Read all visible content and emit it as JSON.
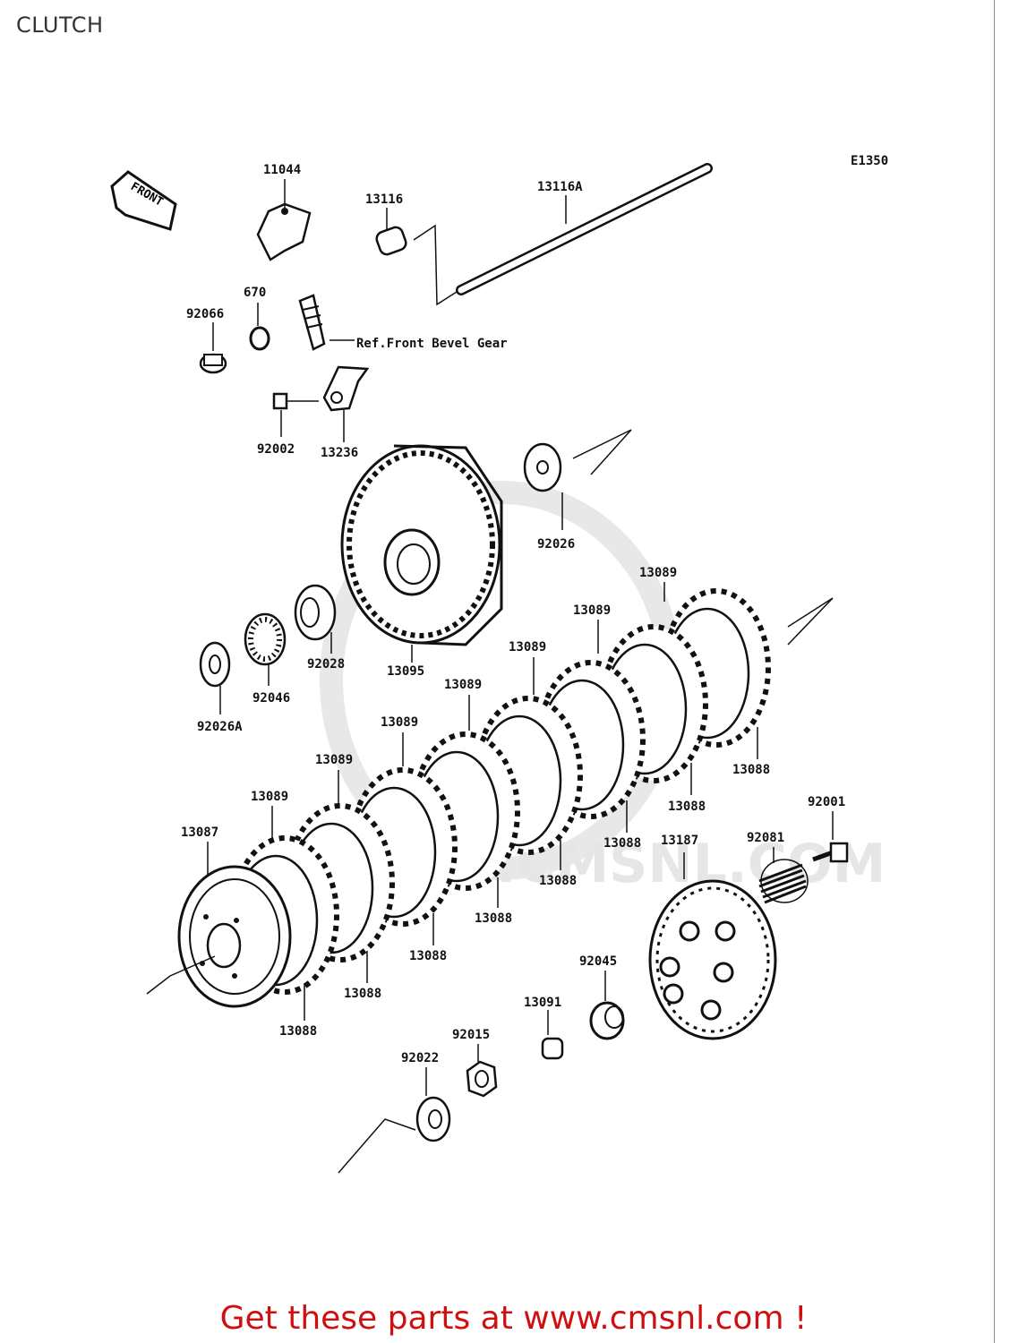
{
  "header": {
    "title": "CLUTCH"
  },
  "diagram_code": "E1350",
  "front_tag": "FRONT",
  "reference_note": "Ref.Front Bevel Gear",
  "watermark": "WWW.CMSNL.COM",
  "parts": {
    "p11044": "11044",
    "p13116": "13116",
    "p13116A": "13116A",
    "p670": "670",
    "p92066": "92066",
    "p92002": "92002",
    "p13236": "13236",
    "p92026": "92026",
    "p13095": "13095",
    "p92028": "92028",
    "p92046": "92046",
    "p92026A": "92026A",
    "p13089": "13089",
    "p13088": "13088",
    "p13087": "13087",
    "p13187": "13187",
    "p92081": "92081",
    "p92001": "92001",
    "p92045": "92045",
    "p13091": "13091",
    "p92015": "92015",
    "p92022": "92022"
  },
  "footer": {
    "promo": "Get these parts at www.cmsnl.com !"
  },
  "colors": {
    "line": "#111111",
    "promo": "#d01010",
    "watermark": "#e4e4e4"
  }
}
